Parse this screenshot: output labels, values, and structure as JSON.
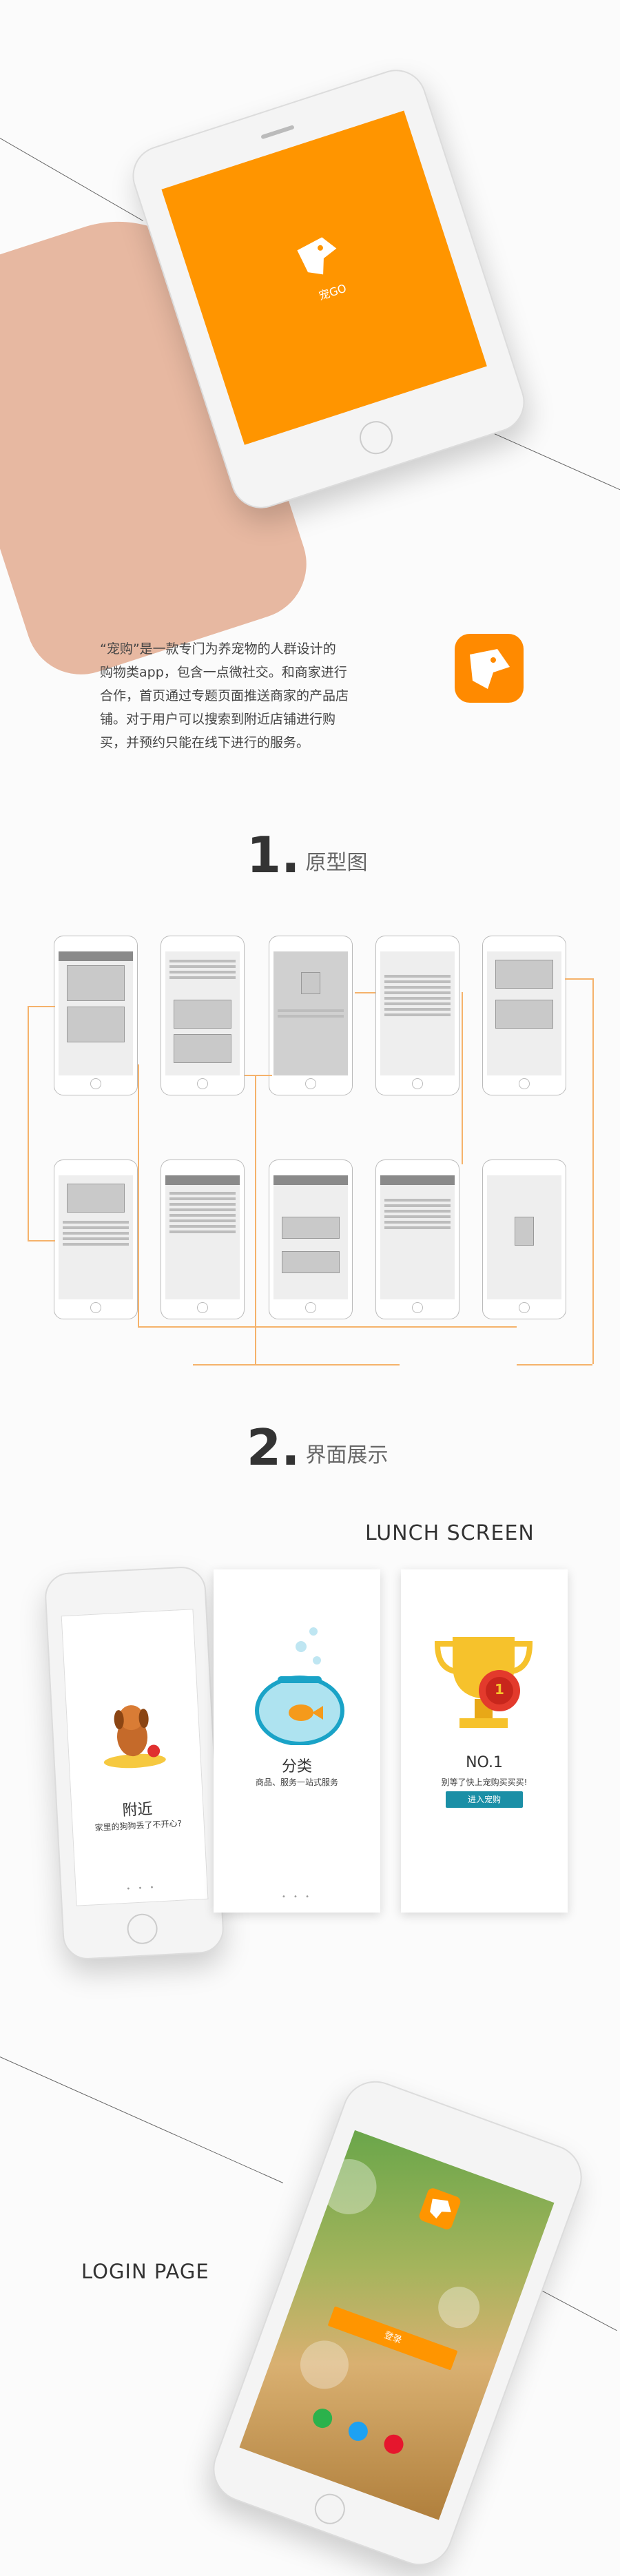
{
  "hero": {
    "brand_text": "宠GO",
    "intro_lines": [
      "“宠购”是一款专门为养宠物的人群设计的",
      "购物类app，包含一点微社交。和商家进行",
      "合作，首页通过专题页面推送商家的产品店",
      "铺。对于用户可以搜索到附近店铺进行购",
      "买，并预约只能在线下进行的服务。"
    ]
  },
  "section1": {
    "number": "1.",
    "title": "原型图"
  },
  "section2": {
    "number": "2.",
    "title": "界面展示"
  },
  "lunch": {
    "heading": "LUNCH SCREEN",
    "cards": [
      {
        "title": "附近",
        "subtitle": "家里的狗狗丢了不开心?",
        "dots": "• • •"
      },
      {
        "title": "分类",
        "subtitle": "商品、服务一站式服务",
        "dots": "• • •"
      },
      {
        "title": "NO.1",
        "subtitle": "别等了快上宠购买买买!",
        "button": "进入宠购",
        "medal": "1"
      }
    ]
  },
  "login": {
    "heading": "LOGIN PAGE",
    "button": "登录"
  },
  "colors": {
    "accent": "#ff9500",
    "teal": "#1b8fa6",
    "wire_line": "#f5b26b"
  }
}
